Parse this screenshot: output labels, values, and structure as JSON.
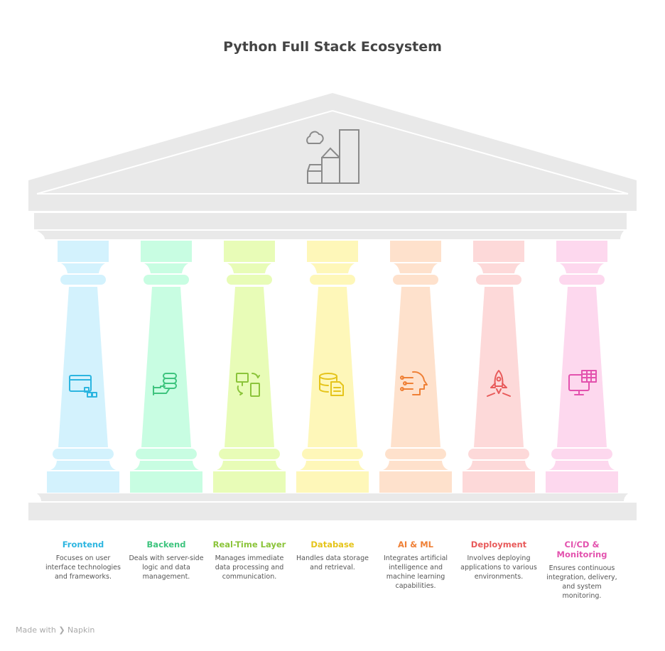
{
  "title": "Python Full Stack Ecosystem",
  "roof_icon": "city-buildings-cloud-icon",
  "pillars": [
    {
      "name": "Frontend",
      "desc": "Focuses on user interface technologies and frameworks.",
      "fill": "#d3f2fd",
      "color": "#2cb5e0",
      "icon": "browser-window-components-icon"
    },
    {
      "name": "Backend",
      "desc": "Deals with server-side logic and data management.",
      "fill": "#c8fde2",
      "color": "#3ec47e",
      "icon": "hand-server-icon"
    },
    {
      "name": "Real-Time Layer",
      "desc": "Manages immediate data processing and communication.",
      "fill": "#e8fcb7",
      "color": "#8bc43a",
      "icon": "device-sync-icon"
    },
    {
      "name": "Database",
      "desc": "Handles data storage and retrieval.",
      "fill": "#fef7b9",
      "color": "#e5c41b",
      "icon": "database-document-icon"
    },
    {
      "name": "AI & ML",
      "desc": "Integrates artificial intelligence and machine learning capabilities.",
      "fill": "#fee1cc",
      "color": "#ef8036",
      "icon": "ai-head-circuit-icon"
    },
    {
      "name": "Deployment",
      "desc": "Involves deploying applications to various environments.",
      "fill": "#fdd9d9",
      "color": "#e85a5a",
      "icon": "rocket-launch-icon"
    },
    {
      "name": "CI/CD & Monitoring",
      "desc": "Ensures continuous integration, delivery, and system monitoring.",
      "fill": "#fdd8ee",
      "color": "#e352ae",
      "icon": "monitor-dashboard-icon"
    }
  ],
  "footer": {
    "made_with": "Made with",
    "brand": "Napkin"
  }
}
